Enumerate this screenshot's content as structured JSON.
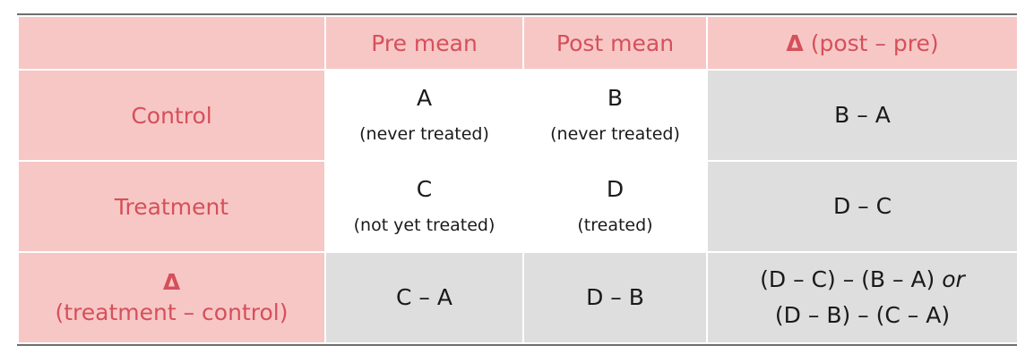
{
  "header": {
    "empty": "",
    "pre": "Pre mean",
    "post": "Post mean",
    "diff_symbol": "Δ",
    "diff_text": " (post – pre)"
  },
  "rows": [
    {
      "label": "Control",
      "pre": {
        "main": "A",
        "note": "(never treated)"
      },
      "post": {
        "main": "B",
        "note": "(never treated)"
      },
      "diff": "B – A"
    },
    {
      "label": "Treatment",
      "pre": {
        "main": "C",
        "note": "(not yet treated)"
      },
      "post": {
        "main": "D",
        "note": "(treated)"
      },
      "diff": "D – C"
    }
  ],
  "bottom": {
    "label_symbol": "Δ",
    "label_text": "(treatment – control)",
    "pre": "C – A",
    "post": "D – B",
    "diff_line1": "(D – C) – (B – A)",
    "diff_or": "or",
    "diff_line2": "(D – B) – (C – A)"
  },
  "colors": {
    "header_bg": "#f7c7c6",
    "header_text": "#d5505a",
    "shaded_bg": "#dedede"
  }
}
